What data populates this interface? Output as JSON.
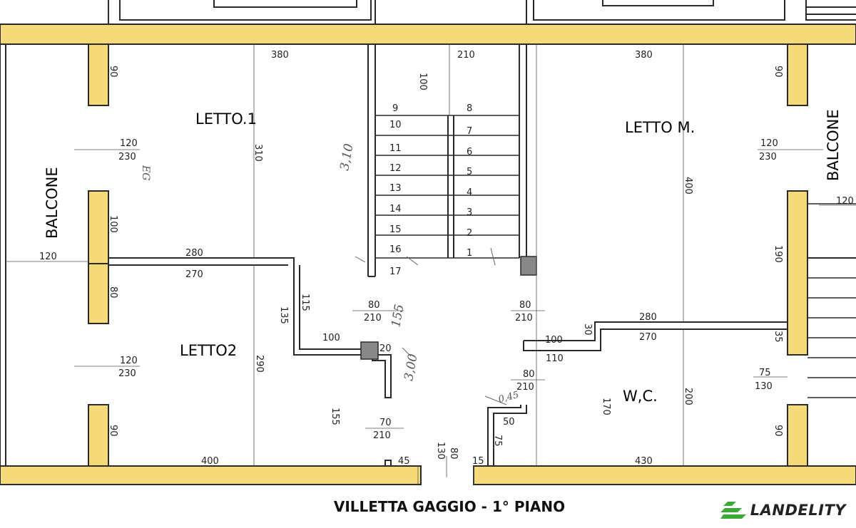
{
  "rooms": {
    "letto1": "LETTO.1",
    "letto2": "LETTO2",
    "letto_m": "LETTO M.",
    "wc": "W,C.",
    "balcone_left": "BALCONE",
    "balcone_right": "BALCONE"
  },
  "dimensions": {
    "d380_left": "380",
    "d210_top": "210",
    "d380_right": "380",
    "d90_a": "90",
    "d90_b": "90",
    "d90_c": "90",
    "d90_d": "90",
    "d100_stair": "100",
    "d310": "310",
    "d400_right": "400",
    "d120_230_a_top": "120",
    "d120_230_a_bot": "230",
    "d120_230_b_top": "120",
    "d120_230_b_bot": "230",
    "d120_230_c_top": "120",
    "d120_230_c_bot": "230",
    "d120_balcone": "120",
    "d120_right": "120",
    "d100_left": "100",
    "d280_left": "280",
    "d270_left": "270",
    "d80_left": "80",
    "d135": "135",
    "d115": "115",
    "d80_210_a_top": "80",
    "d80_210_a_bot": "210",
    "d80_210_b_top": "80",
    "d80_210_b_bot": "210",
    "d80_210_c_top": "80",
    "d80_210_c_bot": "210",
    "d70_210_top": "70",
    "d70_210_bot": "210",
    "d100_mid": "100",
    "d20": "20",
    "d290": "290",
    "d155_low": "155",
    "d155_hand": "155",
    "d190": "190",
    "d280_right": "280",
    "d270_right": "270",
    "d30": "30",
    "d100_right": "100",
    "d110": "110",
    "d35": "35",
    "d75_130_top": "75",
    "d75_130_bot": "130",
    "d170": "170",
    "d200": "200",
    "d50": "50",
    "d75": "75",
    "d400_bottom": "400",
    "d430": "430",
    "d45": "45",
    "d130": "130",
    "d80_bottom": "80",
    "d15": "15"
  },
  "stairs": [
    "1",
    "2",
    "3",
    "4",
    "5",
    "6",
    "7",
    "8",
    "9",
    "10",
    "11",
    "12",
    "13",
    "14",
    "15",
    "16",
    "17"
  ],
  "handwritten": {
    "h310": "3,10",
    "h300": "3,00",
    "h045": "0,45",
    "h_eg": "EG"
  },
  "caption": "VILLETTA GAGGIO - 1° PIANO",
  "logo": {
    "text": "LANDELITY",
    "color": "#3aa935"
  },
  "colors": {
    "wall_fill": "#f4da78",
    "wall_line": "#2a2a2a"
  }
}
